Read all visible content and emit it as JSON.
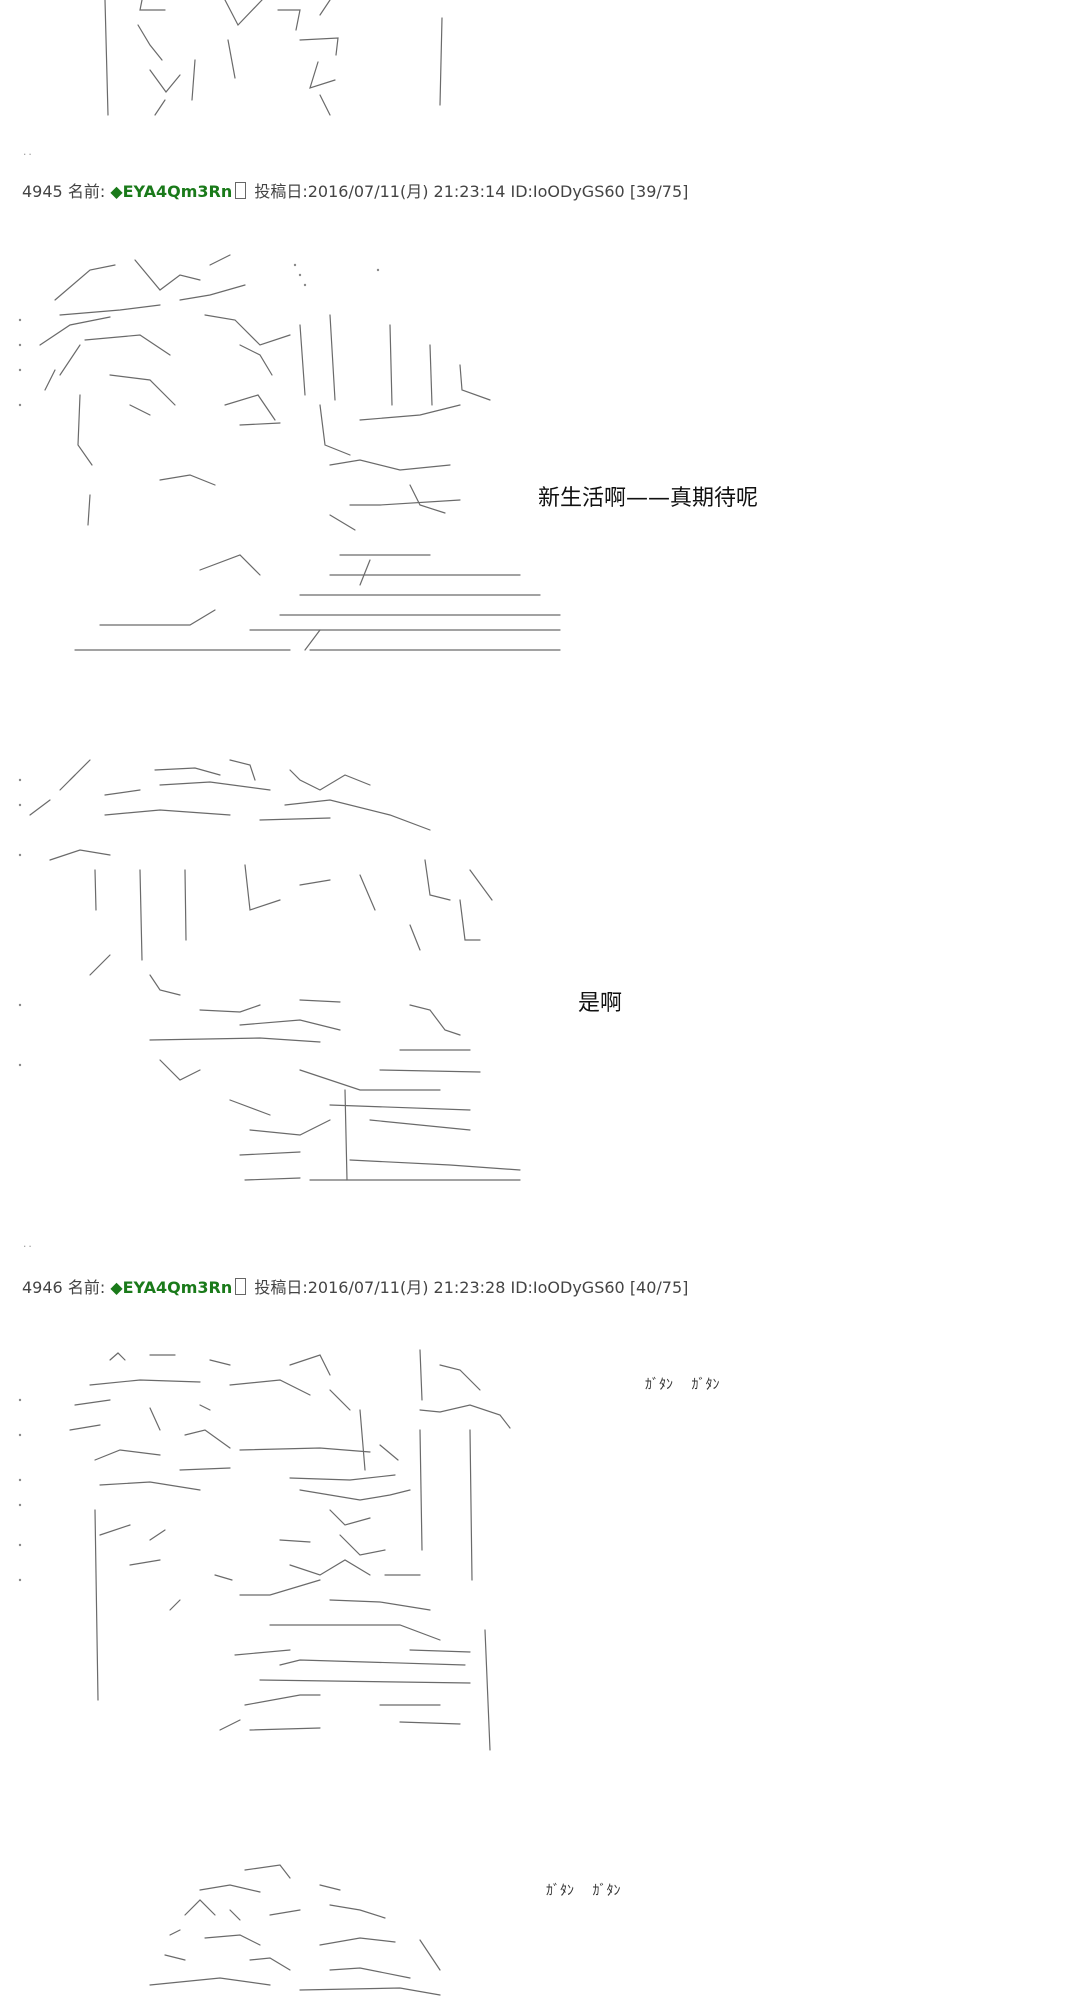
{
  "posts": [
    {
      "number": "4945",
      "name_label": "名前:",
      "trip": "◆EYA4Qm3Rn",
      "posted_label": "投稿日:",
      "datetime": "2016/07/11(月) 21:23:14",
      "id": "ID:IoODyGS60",
      "progress": "[39/75]",
      "captions": [
        "新生活啊——真期待呢",
        "是啊"
      ]
    },
    {
      "number": "4946",
      "name_label": "名前:",
      "trip": "◆EYA4Qm3Rn",
      "posted_label": "投稿日:",
      "datetime": "2016/07/11(月) 21:23:28",
      "id": "ID:IoODyGS60",
      "progress": "[40/75]",
      "captions": [
        "ｶﾞﾀﾝ　 ｶﾞﾀﾝ",
        "ｶﾞﾀﾝ　 ｶﾞﾀﾝ"
      ]
    }
  ],
  "separators": [
    "..",
    ".."
  ]
}
